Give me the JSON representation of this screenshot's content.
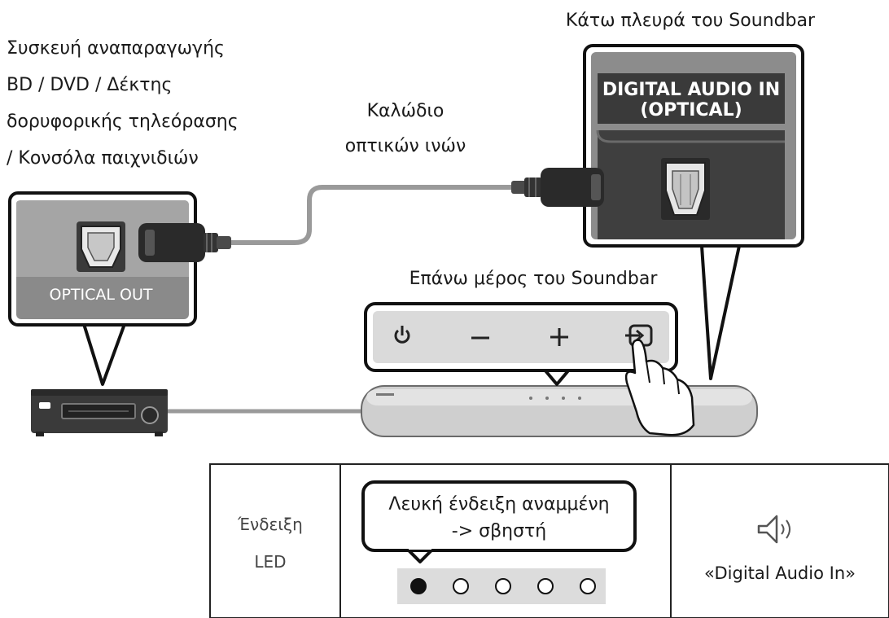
{
  "labels": {
    "source_device": [
      "Συσκευή αναπαραγωγής",
      "BD / DVD / Δέκτης",
      "δορυφορικής τηλεόρασης",
      "/ Κονσόλα παιχνιδιών"
    ],
    "cable": [
      "Καλώδιο",
      "οπτικών ινών"
    ],
    "soundbar_bottom": "Κάτω πλευρά του Soundbar",
    "soundbar_top": "Επάνω μέρος του Soundbar",
    "optical_out": "OPTICAL OUT",
    "digital_audio_in": [
      "DIGITAL AUDIO IN",
      "(OPTICAL)"
    ]
  },
  "led_table": {
    "header": [
      "Ένδειξη",
      "LED"
    ],
    "callout": [
      "Λευκή ένδειξη αναμμένη",
      "-> σβηστή"
    ],
    "leds": [
      "filled",
      "empty",
      "empty",
      "empty",
      "empty"
    ],
    "mode_text": "«Digital Audio In»"
  },
  "icons": [
    "power-icon",
    "minus-icon",
    "plus-icon",
    "source-icon",
    "hand-icon",
    "speaker-icon"
  ],
  "colors": {
    "panel_gray": "#d9d9d9",
    "dark_panel": "#3d3d3d",
    "outline": "#111111"
  }
}
